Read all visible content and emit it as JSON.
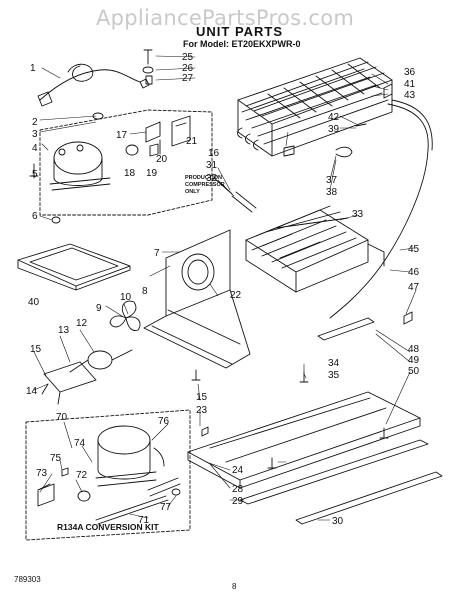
{
  "header": {
    "watermark": "AppliancePartsPros.com",
    "title": "UNIT PARTS",
    "model": "For Model: ET20EKXPWR-0"
  },
  "notes": {
    "production_line1": "PRODUCTION",
    "production_line2": "COMPRESSOR",
    "production_line3": "ONLY",
    "conversion_kit": "R134A CONVERSION KIT"
  },
  "footer": {
    "doc_number": "789303",
    "page_number": "8"
  },
  "callouts": [
    {
      "id": "1",
      "label": "1"
    },
    {
      "id": "2",
      "label": "2"
    },
    {
      "id": "3",
      "label": "3"
    },
    {
      "id": "4",
      "label": "4"
    },
    {
      "id": "5",
      "label": "5"
    },
    {
      "id": "6",
      "label": "6"
    },
    {
      "id": "7",
      "label": "7"
    },
    {
      "id": "8",
      "label": "8"
    },
    {
      "id": "9",
      "label": "9"
    },
    {
      "id": "10",
      "label": "10"
    },
    {
      "id": "12",
      "label": "12"
    },
    {
      "id": "13",
      "label": "13"
    },
    {
      "id": "14",
      "label": "14"
    },
    {
      "id": "15a",
      "label": "15"
    },
    {
      "id": "15b",
      "label": "15"
    },
    {
      "id": "16",
      "label": "16"
    },
    {
      "id": "17",
      "label": "17"
    },
    {
      "id": "18",
      "label": "18"
    },
    {
      "id": "19",
      "label": "19"
    },
    {
      "id": "20",
      "label": "20"
    },
    {
      "id": "21",
      "label": "21"
    },
    {
      "id": "22",
      "label": "22"
    },
    {
      "id": "23",
      "label": "23"
    },
    {
      "id": "24",
      "label": "24"
    },
    {
      "id": "25",
      "label": "25"
    },
    {
      "id": "26",
      "label": "26"
    },
    {
      "id": "27",
      "label": "27"
    },
    {
      "id": "28",
      "label": "28"
    },
    {
      "id": "29",
      "label": "29"
    },
    {
      "id": "30",
      "label": "30"
    },
    {
      "id": "31",
      "label": "31"
    },
    {
      "id": "32",
      "label": "32"
    },
    {
      "id": "33",
      "label": "33"
    },
    {
      "id": "34",
      "label": "34"
    },
    {
      "id": "35",
      "label": "35"
    },
    {
      "id": "36",
      "label": "36"
    },
    {
      "id": "37",
      "label": "37"
    },
    {
      "id": "38",
      "label": "38"
    },
    {
      "id": "39",
      "label": "39"
    },
    {
      "id": "40",
      "label": "40"
    },
    {
      "id": "41",
      "label": "41"
    },
    {
      "id": "42",
      "label": "42"
    },
    {
      "id": "43",
      "label": "43"
    },
    {
      "id": "45",
      "label": "45"
    },
    {
      "id": "46",
      "label": "46"
    },
    {
      "id": "47",
      "label": "47"
    },
    {
      "id": "48",
      "label": "48"
    },
    {
      "id": "49",
      "label": "49"
    },
    {
      "id": "50",
      "label": "50"
    },
    {
      "id": "70",
      "label": "70"
    },
    {
      "id": "71",
      "label": "71"
    },
    {
      "id": "72",
      "label": "72"
    },
    {
      "id": "73",
      "label": "73"
    },
    {
      "id": "74",
      "label": "74"
    },
    {
      "id": "75",
      "label": "75"
    },
    {
      "id": "76",
      "label": "76"
    },
    {
      "id": "77",
      "label": "77"
    }
  ]
}
